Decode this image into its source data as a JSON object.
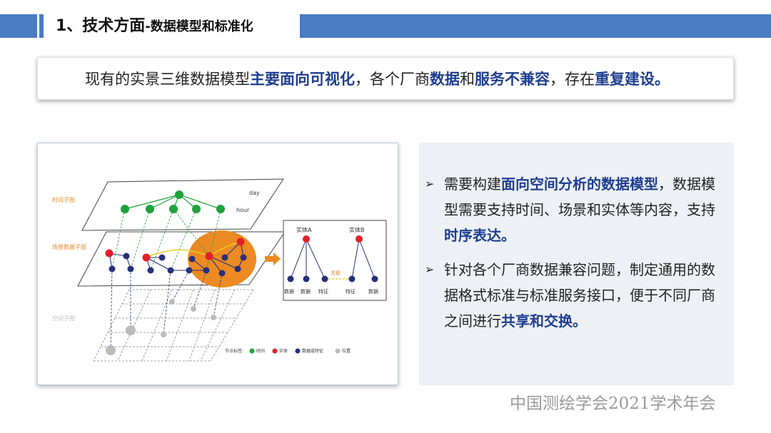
{
  "header": {
    "title_main": "1、技术方面",
    "title_sub": "-数据模型和标准化"
  },
  "banner": {
    "p1": "现有的实景三维数据模型",
    "h1": "主要面向可视化",
    "p2": "，各个厂商",
    "h2": "数据",
    "p3": "和",
    "h3": "服务不兼容",
    "p4": "，存在",
    "h4": "重复建设。"
  },
  "figure": {
    "time_subgraph": "时间子图",
    "scene_subgraph": "场景数据子图",
    "space_subgraph": "空间子图",
    "day": "day",
    "hour": "hour",
    "entity_a": "实体A",
    "entity_b": "实体B",
    "assoc": "关联",
    "leaf_a1": "数据",
    "leaf_a2": "数据",
    "leaf_a3": "特征",
    "leaf_b1": "特征",
    "leaf_b2": "数据",
    "legend_title": "节点标签:",
    "legend_time": "时间",
    "legend_entity": "实体",
    "legend_data": "数据或特征",
    "legend_location": "位置",
    "colors": {
      "time": "#1fa23c",
      "entity": "#e0202a",
      "data": "#27307a",
      "location": "#bbbbbb",
      "highlight": "#ec8a23"
    }
  },
  "bullets": [
    {
      "marker": "➢",
      "p1": "需要构建",
      "h1": "面向空间分析的数据模型",
      "p2": "，数据模型需要支持时间、场景和实体等内容，支持",
      "h2": "时序表达。"
    },
    {
      "marker": "➢",
      "p1": "针对各个厂商数据兼容问题，制定通用的数据格式标准与标准服务接口，便于不同厂商之间进行",
      "h1": "共享和交换。"
    }
  ],
  "footer": "中国测绘学会2021学术年会"
}
